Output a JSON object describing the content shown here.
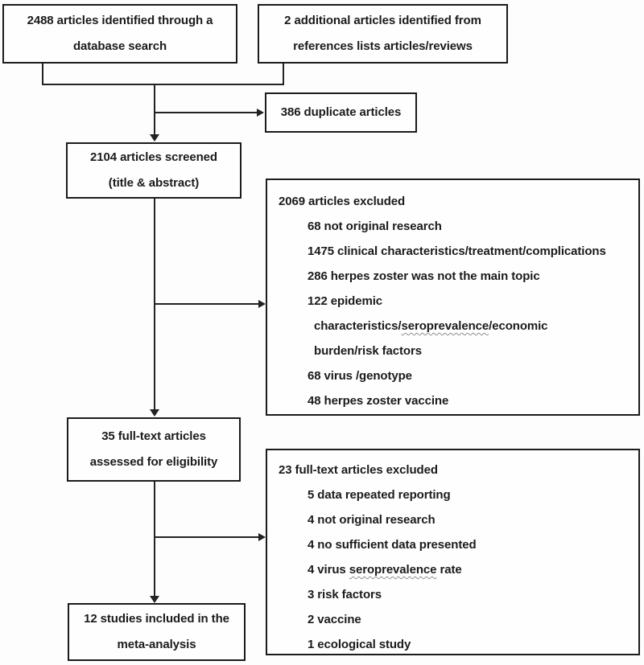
{
  "diagram": {
    "title": "Study selection flow diagram (meta-analysis article screening)",
    "colors": {
      "border": "#1b1b1b",
      "line": "#222222",
      "background": "#fdfdfd",
      "text": "#1b1b1b",
      "squiggle": "#8f8f8f"
    },
    "boxes": {
      "identified": {
        "line1": "2488 articles identified through a",
        "line2": "database search"
      },
      "additional": {
        "line1": "2 additional articles identified from",
        "line2": "references lists articles/reviews"
      },
      "duplicates": {
        "label": "386 duplicate articles"
      },
      "screened": {
        "line1": "2104 articles screened",
        "line2": "(title & abstract)"
      },
      "excluded_screening": {
        "title": "2069 articles excluded",
        "items": [
          {
            "text": "68 not original research"
          },
          {
            "text": "1475 clinical characteristics/treatment/complications"
          },
          {
            "text": "286 herpes zoster was not the main topic"
          },
          {
            "text": "122 epidemic"
          },
          {
            "text": "characteristics/seroprevalence/economic",
            "wavy": "seroprevalence",
            "wrap": true
          },
          {
            "text": "burden/risk factors",
            "wrap": true
          },
          {
            "text": "68 virus /genotype"
          },
          {
            "text": "48 herpes zoster vaccine"
          }
        ]
      },
      "fulltext": {
        "line1": "35 full-text articles",
        "line2": "assessed for eligibility"
      },
      "excluded_fulltext": {
        "title": "23 full-text articles excluded",
        "items": [
          {
            "text": "5 data repeated reporting"
          },
          {
            "text": "4 not original research"
          },
          {
            "text": "4 no sufficient data presented"
          },
          {
            "text": "4 virus seroprevalence rate",
            "wavy": "seroprevalence"
          },
          {
            "text": "3 risk factors"
          },
          {
            "text": "2 vaccine"
          },
          {
            "text": "1 ecological study"
          }
        ]
      },
      "included": {
        "line1": "12 studies included in the",
        "line2": "meta-analysis"
      }
    }
  }
}
